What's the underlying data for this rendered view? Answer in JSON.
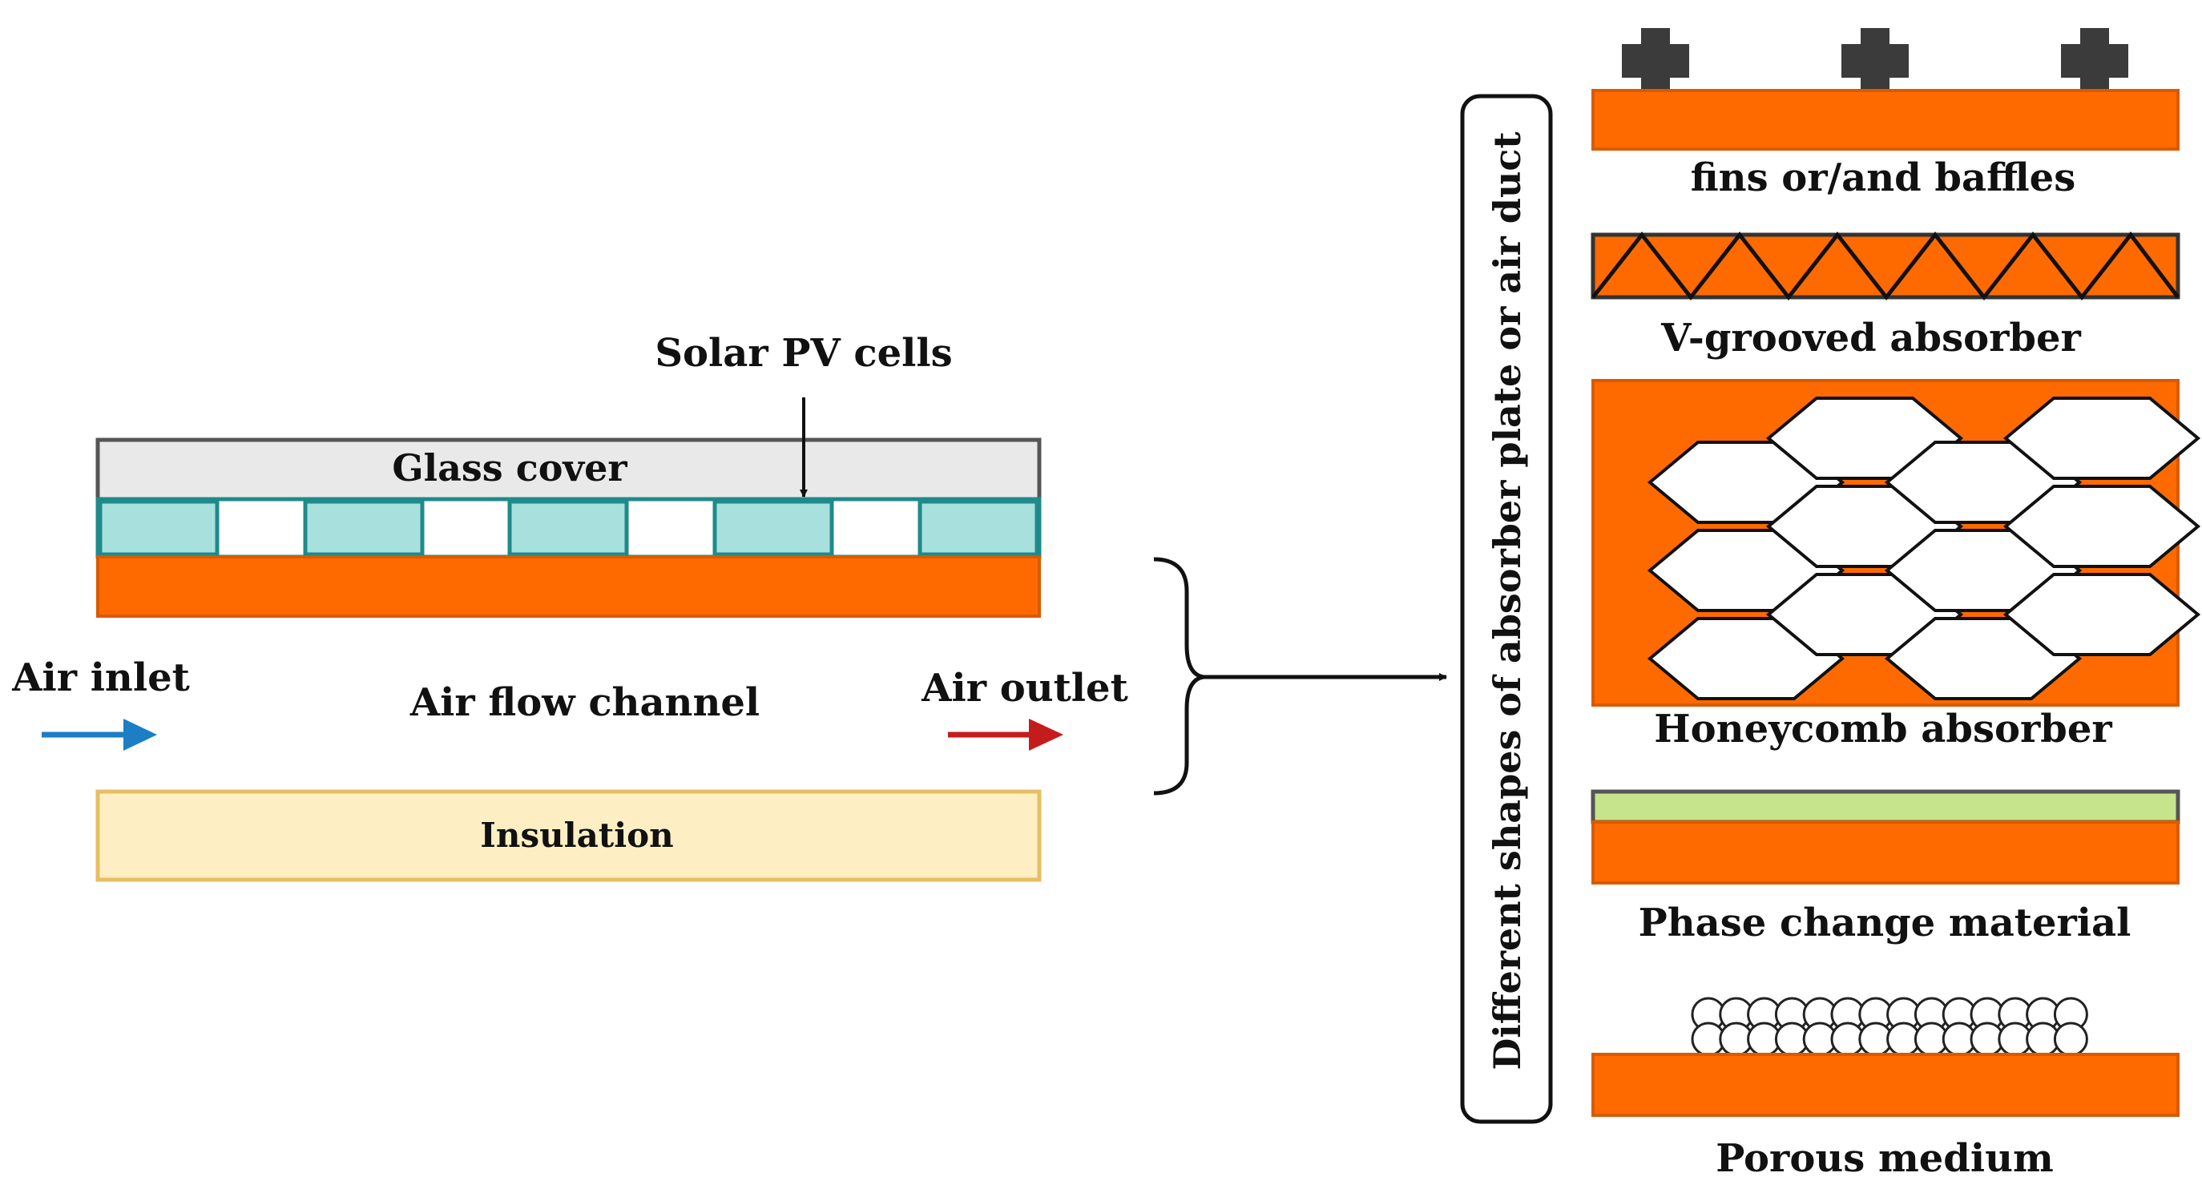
{
  "labels": {
    "solar_pv_cells": "Solar PV cells",
    "glass_cover": "Glass cover",
    "air_inlet": "Air inlet",
    "air_flow_channel": "Air flow channel",
    "air_outlet": "Air outlet",
    "insulation": "Insulation",
    "vertical_box": "Different shapes of absorber plate or air duct"
  },
  "variants": [
    {
      "id": "fins",
      "label": "fins or/and baffles"
    },
    {
      "id": "vgroove",
      "label": "V-grooved absorber"
    },
    {
      "id": "honeycomb",
      "label": "Honeycomb absorber"
    },
    {
      "id": "pcm",
      "label": "Phase change material"
    },
    {
      "id": "porous",
      "label": "Porous medium"
    }
  ],
  "colors": {
    "absorber": "#ff6a00",
    "glass": "#e9e9e9",
    "pv_cell": "#a8e0de",
    "pv_cell_border": "#1f8a8a",
    "insulation": "#fdefc3",
    "insulation_border": "#e6bf62",
    "inlet_arrow": "#1c7ec4",
    "outlet_arrow": "#c41c1c",
    "fin": "#3b3b3b",
    "pcm": "#c6e48c"
  }
}
